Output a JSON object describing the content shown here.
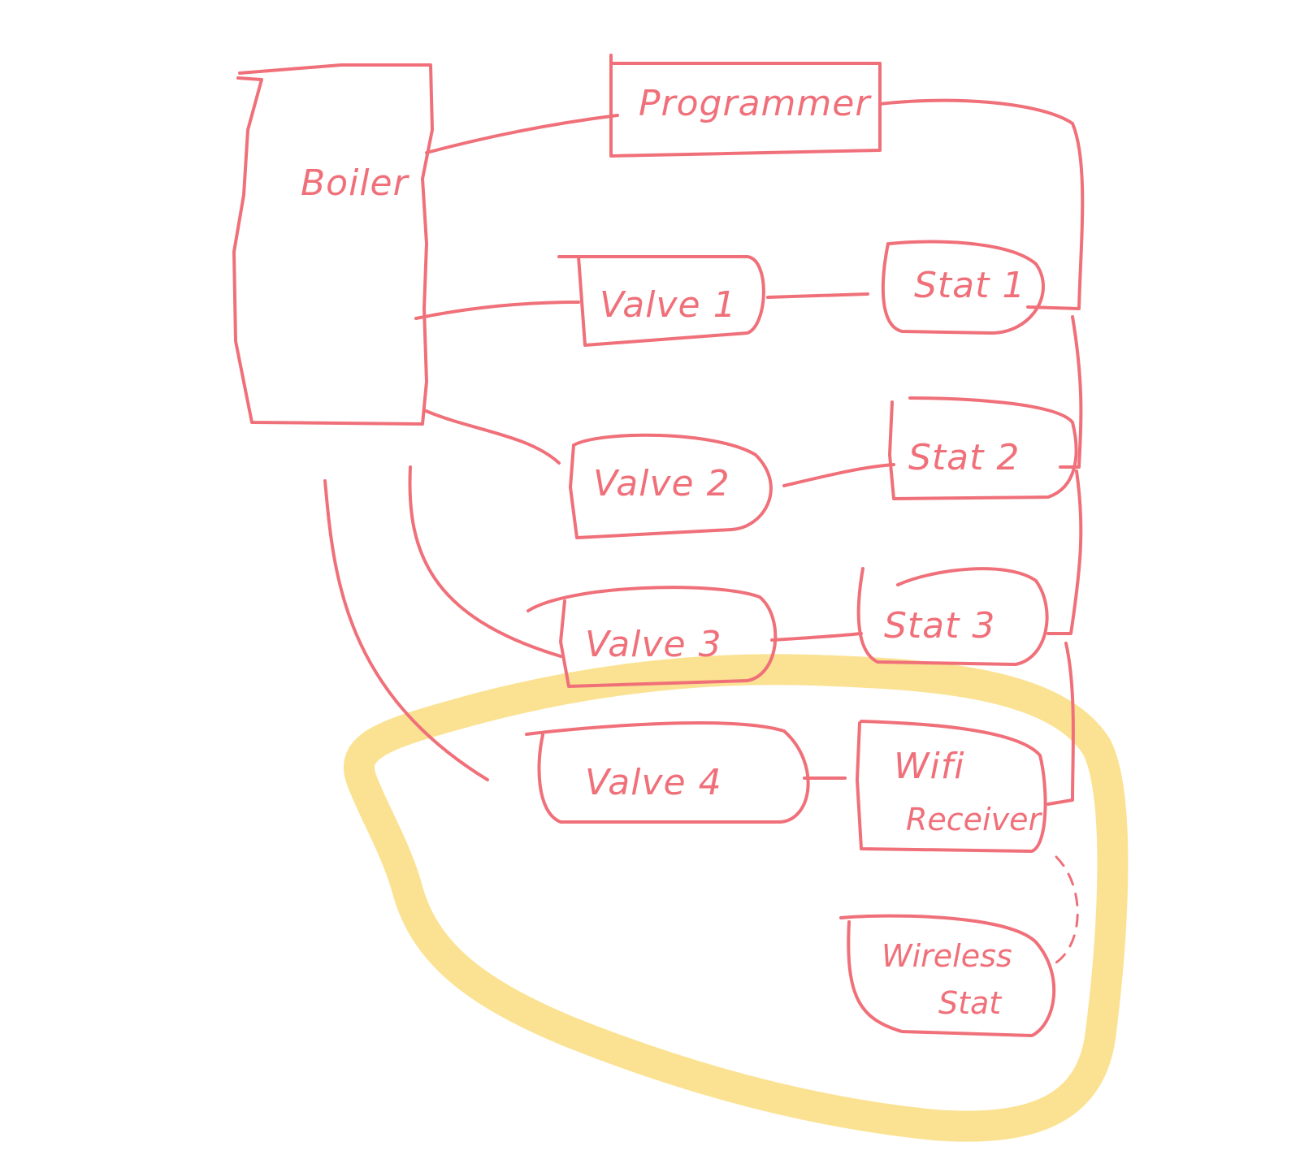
{
  "colors": {
    "ink": "#f0707a",
    "highlight": "#f9cf4a",
    "background": "#ffffff"
  },
  "nodes": {
    "boiler": "Boiler",
    "programmer": "Programmer",
    "valve1": "Valve 1",
    "valve2": "Valve 2",
    "valve3": "Valve 3",
    "valve4": "Valve 4",
    "stat1": "Stat 1",
    "stat2": "Stat 2",
    "stat3": "Stat 3",
    "wifi_receiver_line1": "Wifi",
    "wifi_receiver_line2": "Receiver",
    "wireless_stat_line1": "Wireless",
    "wireless_stat_line2": "Stat"
  }
}
